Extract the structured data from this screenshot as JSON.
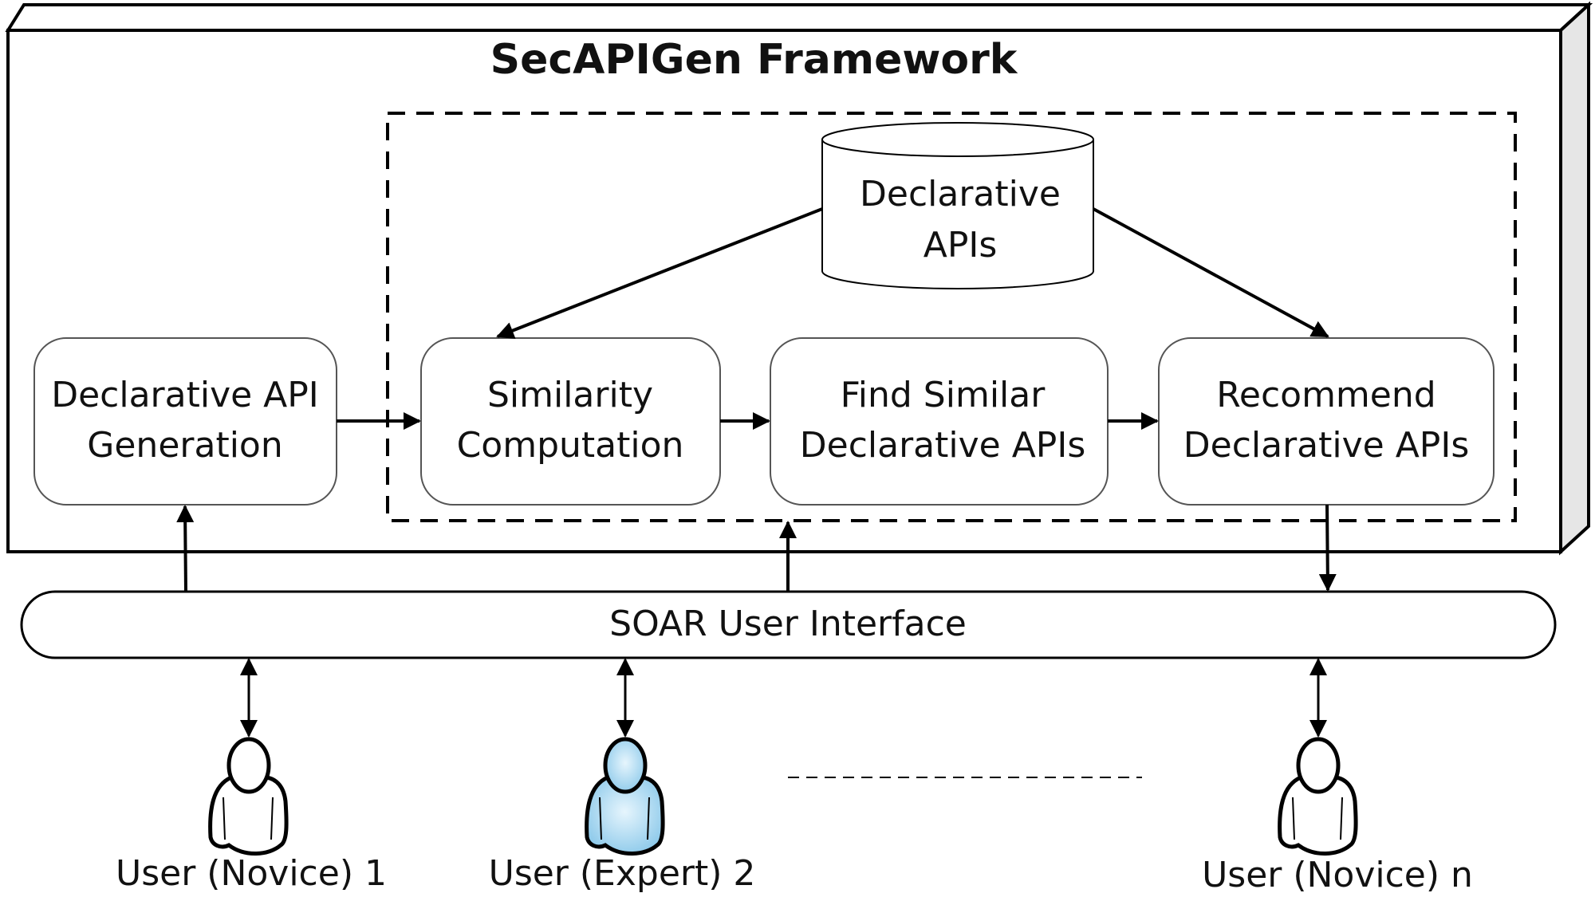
{
  "title": "SecAPIGen Framework",
  "repository": {
    "line1": "Declarative",
    "line2": "APIs"
  },
  "steps": [
    {
      "line1": "Declarative API",
      "line2": "Generation"
    },
    {
      "line1": "Similarity",
      "line2": "Computation"
    },
    {
      "line1": "Find Similar",
      "line2": "Declarative APIs"
    },
    {
      "line1": "Recommend",
      "line2": "Declarative APIs"
    }
  ],
  "interface": {
    "label": "SOAR User Interface"
  },
  "users": [
    {
      "label": "User (Novice) 1",
      "role": "novice",
      "color": "#ffffff"
    },
    {
      "label": "User (Expert) 2",
      "role": "expert",
      "color": "#a8d8f0"
    },
    {
      "label": "User (Novice) n",
      "role": "novice",
      "color": "#ffffff"
    }
  ]
}
